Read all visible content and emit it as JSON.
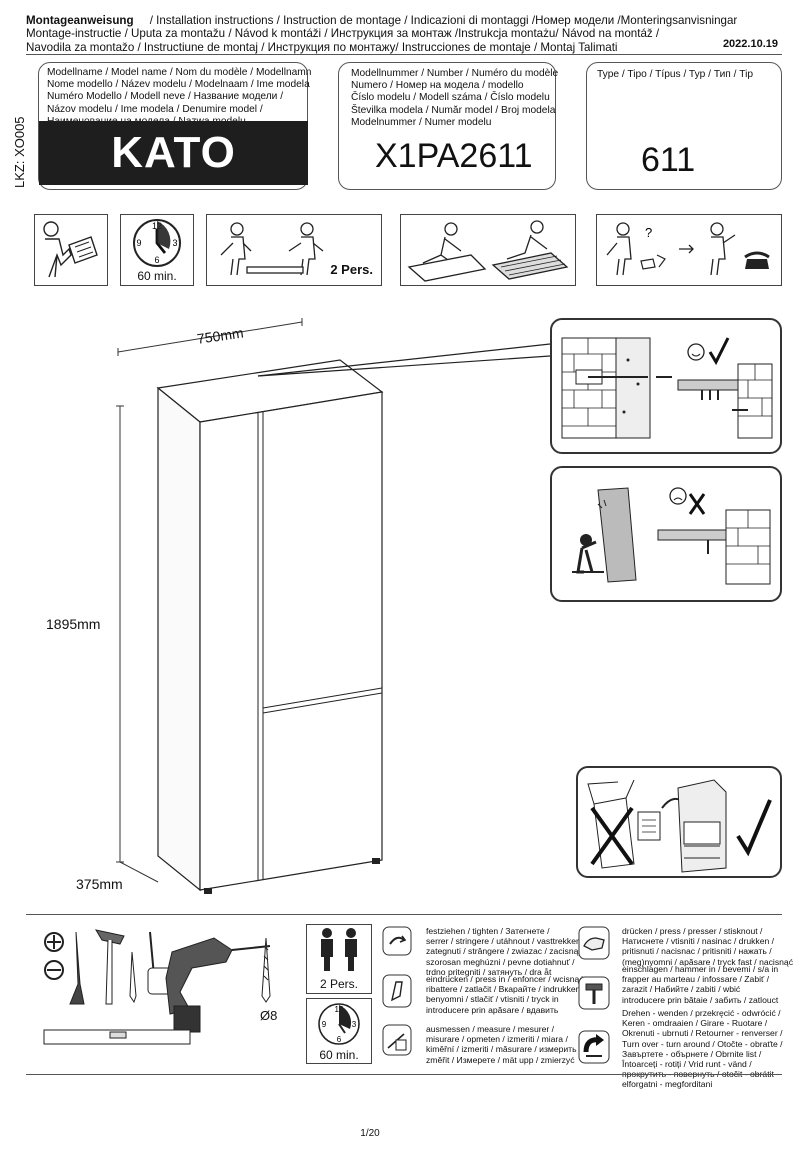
{
  "header": {
    "line1_bold": "Montageanweisung",
    "line1": "/ Installation instructions / Instruction de montage / Indicazioni di montaggi /Номер модели /Monteringsanvisningar",
    "line2": "Montage-instructie / Uputa za montažu / Návod k montáži / Инструкция за монтаж /Instrukcja montażu/ Návod na montáž /",
    "line3": "Navodila za montažo / Instructiune de montaj / Инструкция по монтажу/ Instrucciones de montaje / Montaj Talimati",
    "date": "2022.10.19"
  },
  "lkz": "LKZ: XO005",
  "model_name": {
    "label": "Modellname / Model name / Nom du modèle / Modellnamn\nNome modello / Název modelu / Modelnaam / Ime modela\nNuméro Modello / Modell neve / Название модели /\nNázov modelu / Ime modela / Denumire model /\nНаименование на модела / Nazwa modelu",
    "value": "KATO"
  },
  "model_number": {
    "label": "Modellnummer / Number / Numéro du modèle\nNumero / Номер на модела / modello\nČíslo modelu / Modell száma / Číslo modelu\nŠtevilka modela / Număr model / Broj modela\nModelnummer / Numer modelu",
    "value": "X1PA2611"
  },
  "type": {
    "label": "Type / Tipo / Típus / Typ / Тип / Tip",
    "value": "611"
  },
  "top_icons": {
    "time": "60 min.",
    "persons": "2 Pers.",
    "clock_numbers": [
      "12",
      "3",
      "6",
      "9"
    ]
  },
  "dimensions": {
    "width": "750mm",
    "height": "1895mm",
    "depth": "375mm"
  },
  "tools": {
    "drill_size": "Ø8",
    "persons": "2 Pers.",
    "time": "60 min."
  },
  "legend": [
    {
      "text": "festziehen / tighten / Затегнете /\nserrer / stringere / utáhnout / vasttrekken /\nzategnuti / strângere / zwiazac / zacisnąć\nszorosan meghúzni / pevne dotiahnuť /\ntrdno pritegniti / затянуть / dra åt"
    },
    {
      "text": "eindrücken / press in / enfoncer / wcisnąć\nribattere / zatlačit / Вкарайте / indrukken\nbenyomni / stlačiť / vtisniti / tryck in\nintroducere prin apăsare / вдавить"
    },
    {
      "text": "ausmessen / measure / mesurer /\nmisurare / opmeten / izmeriti / miara /\nkiměřní / izmeriti / măsurare / измерить\nzměřit / Измерете / mät upp / zmierzyć"
    },
    {
      "text": "drücken / press / presser / stisknout /\nНатиснете / vtisniti / nasinac / drukken /\npritisnuti / nacisnac / pritisniti / нажать /\n(meg)nyomni / apăsare / tryck fast / nacisnąć"
    },
    {
      "text": "einschlagen / hammer in / bevemi / s/a in\nfrapper au marteau / infossare / Zabiť /\nzarazit / Набийте / zabiti / wbić\nintroducere prin bătaie / забить / zatlouct"
    },
    {
      "text": "Drehen - wenden / przekręcić - odwrócić /\nKeren - omdraaien / Girare - Ruotare /\nOkrenuti - ubrnuti / Retourner - renverser /\nTurn over - turn around / Otočte - obraťte /\nЗавъртете - обърнете / Obrnite list /\nÎntoarceți - rotiți / Vrid runt - vänd /\nпрокрутить - повернуть / otočit - obrátit\nelforgatni - megforditani"
    }
  ],
  "page": "1/20"
}
